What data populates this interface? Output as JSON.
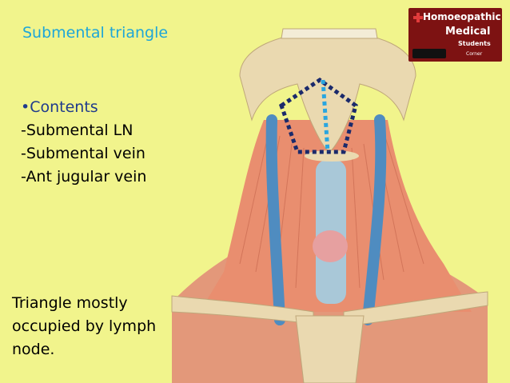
{
  "slide": {
    "title": "Submental triangle",
    "contents_heading": "•Contents",
    "contents": [
      "-Submental LN",
      "-Submental vein",
      "-Ant jugular vein"
    ],
    "note_lines": [
      "Triangle mostly",
      "occupied by lymph",
      "node."
    ]
  },
  "logo": {
    "line1": "Homoeopathic",
    "line2": "Medical",
    "line3": "Students",
    "line4": "Corner"
  },
  "colors": {
    "background": "#f1f48c",
    "title": "#1ea6d8",
    "heading": "#1f3a8c",
    "logo_bg": "#7d1212",
    "muscle": "#e98e6f",
    "vein": "#4f8cc0",
    "bone": "#ead9b0",
    "triangle_outline": "#1b2a6b",
    "midline": "#2aa6e0"
  },
  "icons": [
    "medical-cross-icon",
    "play-store-badge-icon"
  ]
}
